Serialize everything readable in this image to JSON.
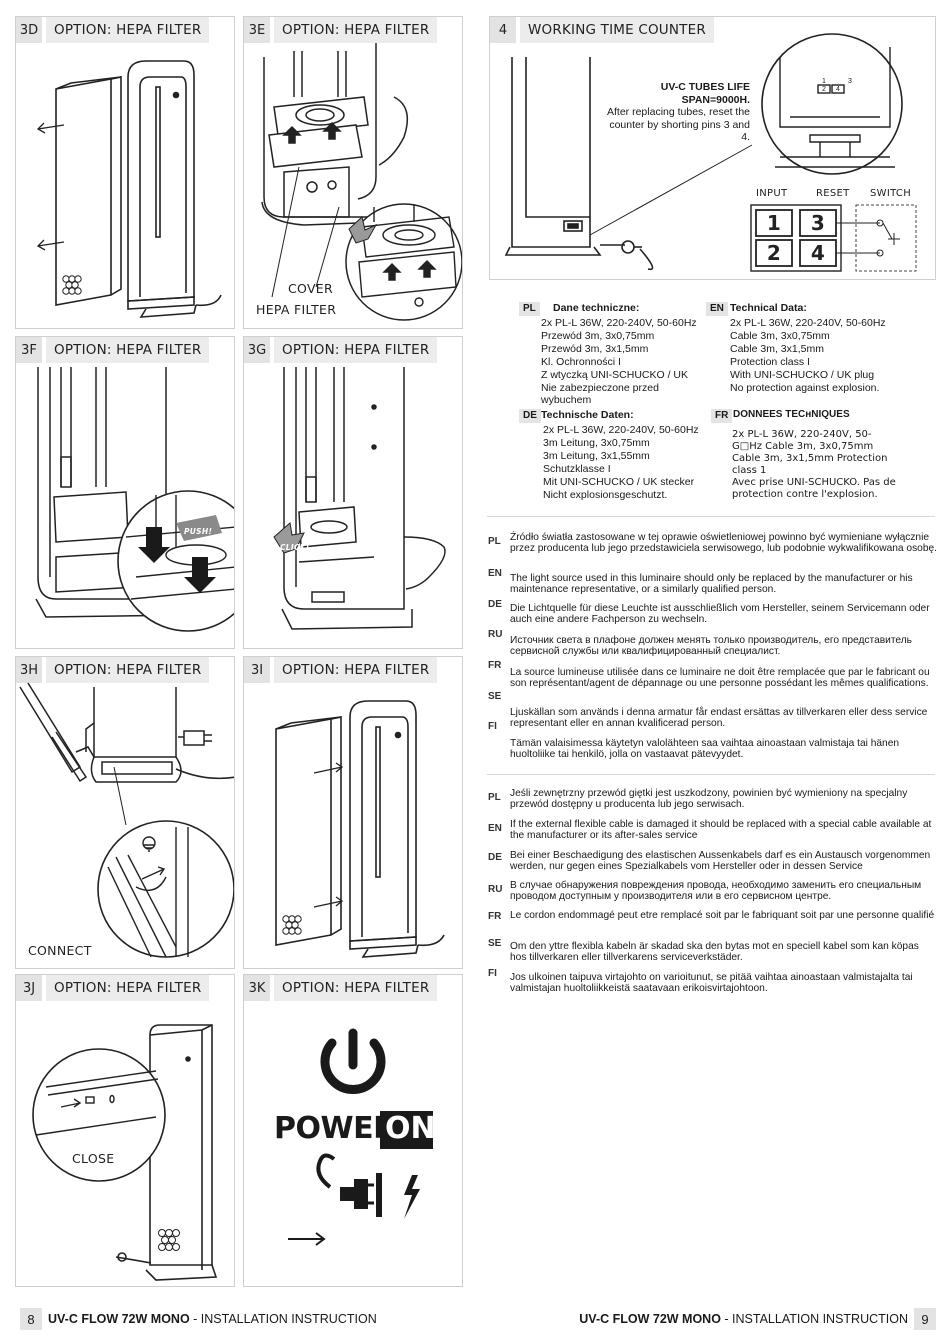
{
  "panels": {
    "p3d": {
      "num": "3D",
      "title": "OPTION: HEPA FILTER"
    },
    "p3e": {
      "num": "3E",
      "title": "OPTION: HEPA FILTER",
      "label_cover": "COVER",
      "label_hepa": "HEPA FILTER"
    },
    "p4": {
      "num": "4",
      "title": "WORKING TIME COUNTER",
      "note_lines": [
        "UV-C TUBES LIFE SPAN=9000H.",
        "After replacing tubes, reset the",
        "counter by shorting pins 3 and 4."
      ],
      "pins": [
        "1",
        "3",
        "2",
        "4"
      ],
      "hdr_input": "INPUT",
      "hdr_reset": "RESET",
      "hdr_switch": "SWITCH",
      "box": [
        "1",
        "3",
        "2",
        "4"
      ]
    },
    "p3f": {
      "num": "3F",
      "title": "OPTION: HEPA FILTER",
      "push": "PUSH!"
    },
    "p3g": {
      "num": "3G",
      "title": "OPTION: HEPA FILTER",
      "click": "CLICK!"
    },
    "p3h": {
      "num": "3H",
      "title": "OPTION: HEPA FILTER",
      "connect": "CONNECT"
    },
    "p3i": {
      "num": "3I",
      "title": "OPTION: HEPA FILTER"
    },
    "p3j": {
      "num": "3J",
      "title": "OPTION: HEPA FILTER",
      "close": "CLOSE"
    },
    "p3k": {
      "num": "3K",
      "title": "OPTION: HEPA FILTER",
      "power": "POWER",
      "on": "ON"
    }
  },
  "tech": {
    "pl": {
      "lang": "PL",
      "title": "Dane techniczne:",
      "lines": [
        "2x PL-L 36W, 220-240V, 50-60Hz",
        "Przewód 3m, 3x0,75mm",
        "Przewód 3m, 3x1,5mm",
        "Kl. Ochronności I",
        "Z wtyczką UNI-SCHUCKO / UK",
        "Nie zabezpieczone przed wybuchem"
      ]
    },
    "en": {
      "lang": "EN",
      "title": "Technical Data:",
      "lines": [
        "2x PL-L 36W, 220-240V, 50-60Hz",
        "Cable  3m,  3x0,75mm",
        "Cable 3m,  3x1,5mm",
        "Protection class I",
        "With UNI-SCHUCKO / UK plug",
        "No protection against explosion."
      ]
    },
    "de": {
      "lang": "DE",
      "title": "Technische Daten:",
      "lines": [
        "2x PL-L 36W, 220-240V, 50-60Hz",
        "3m Leitung,  3x0,75mm",
        "3m Leitung,  3x1,55mm",
        "Schutzklasse I",
        "Mit UNI-SCHUCKO / UK stecker",
        "Nicht explosionsgeschutzt."
      ]
    },
    "fr": {
      "lang": "FR",
      "title": "DONNEES TECнNIQUES",
      "lines": [
        "2x PL-L 36W, 220-240V, 50-",
        "G□Hz Cable 3m, 3x0,75mm",
        "Cable 3m, 3x1,5mm Protection",
        "class 1",
        "Avec prise UNI-SCHUCKO. Pas de",
        "protection contre l'explosion."
      ]
    }
  },
  "notes1": [
    {
      "lang": "PL",
      "text": "Źródło światła zastosowane w tej oprawie oświetleniowej powinno być wymieniane wyłącznie przez producenta lub jego przedstawiciela serwisowego, lub podobnie wykwalifikowana osobę."
    },
    {
      "lang": "EN",
      "text": "The light source used in this luminaire should only be replaced by the manufacturer or his maintenance representative, or a similarly qualified person."
    },
    {
      "lang": "DE",
      "text": "Die Lichtquelle für diese Leuchte ist ausschließlich vom Hersteller, seinem Servicemann oder auch eine andere Fachperson zu wechseln."
    },
    {
      "lang": "RU",
      "text": "Источник света в плафоне должен менять только производитель, его представитель сервисной службы или квалифицированный специалист."
    },
    {
      "lang": "FR",
      "text": "La source lumineuse utilisée dans ce luminaire ne doit être remplacée que par le fabricant ou son représentant/agent de dépannage ou une personne possédant les mêmes qualifications."
    },
    {
      "lang": "SE",
      "text": "Ljuskällan som används i denna armatur får endast ersättas av tillverkaren eller dess service representant eller en annan kvalificerad person."
    },
    {
      "lang": "FI",
      "text": "Tämän valaisimessa käytetyn valolähteen saa vaihtaa ainoastaan valmistaja tai hänen huoltoliike tai henkilö, jolla on vastaavat pätevyydet."
    }
  ],
  "notes2": [
    {
      "lang": "PL",
      "text": "Jeśli zewnętrzny przewód giętki jest uszkodzony, powinien być wymieniony na specjalny przewód dostępny u producenta lub jego serwisach."
    },
    {
      "lang": "EN",
      "text": "If the external flexible cable is damaged it should be replaced with a special cable available at the manufacturer or its after-sales service"
    },
    {
      "lang": "DE",
      "text": "Bei einer Beschaedigung des elastischen Aussenkabels darf es ein Austausch vorgenommen werden, nur gegen eines Spezialkabels vom Hersteller oder in dessen Service"
    },
    {
      "lang": "RU",
      "text": "В случае обнаружения повреждения провода, необходимо заменить его специальным проводом доступным у производителя или в его сервисном центре."
    },
    {
      "lang": "FR",
      "text": "Le cordon endommagé peut etre remplacé soit par le fabriquant soit par une personne qualifié"
    },
    {
      "lang": "SE",
      "text": "Om den yttre flexibla kabeln är skadad ska den bytas mot en speciell kabel som kan köpas hos tillverkaren eller tillverkarens serviceverkstäder."
    },
    {
      "lang": "FI",
      "text": "Jos ulkoinen taipuva virtajohto on varioitunut, se pitää vaihtaa ainoastaan valmistajalta tai valmistajan huoltoliikkeistä saatavaan erikoisvirtajohtoon."
    }
  ],
  "footer": {
    "left_page": "8",
    "left_product": "UV-C  FLOW 72W MONO",
    "left_suffix": " - INSTALLATION INSTRUCTION",
    "right_product": "UV-C  FLOW 72W MONO",
    "right_suffix": " - INSTALLATION INSTRUCTION",
    "right_page": "9"
  }
}
